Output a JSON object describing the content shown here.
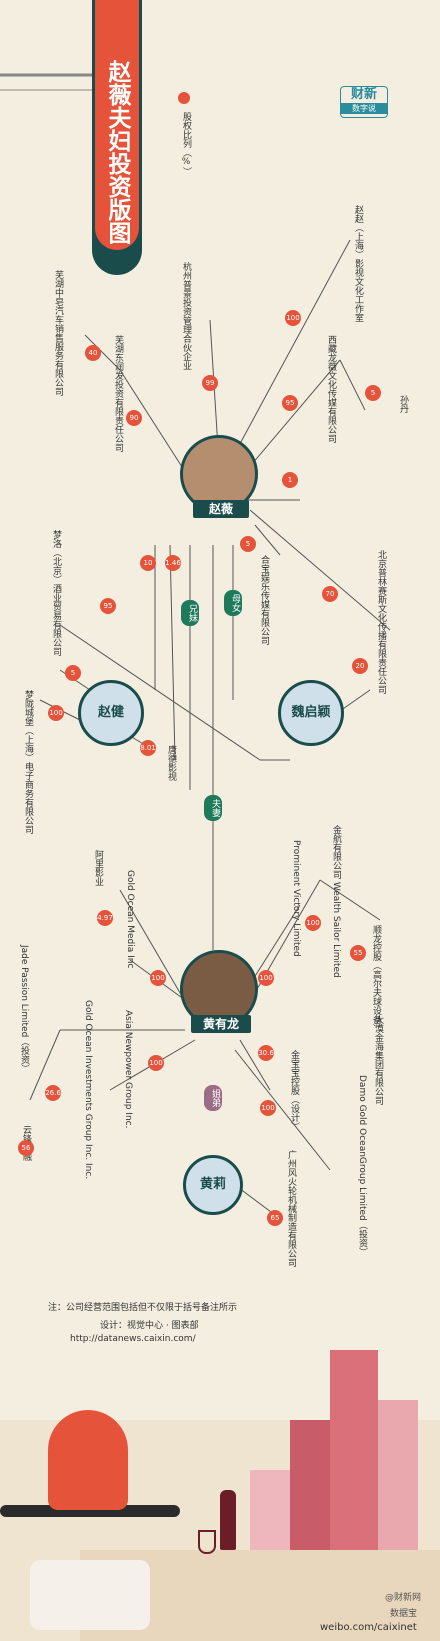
{
  "title": "赵薇夫妇投资版图",
  "logo": {
    "top": "财新",
    "bottom": "数字说"
  },
  "legend": "股权比列（%）",
  "people": {
    "zhao_wei": "赵薇",
    "zhao_jian": "赵健",
    "wei_qiying": "魏启颖",
    "huang_youlong": "黄有龙",
    "huang_li": "黄莉"
  },
  "relations": {
    "siblings": "兄妹",
    "mother_daughter": "母女",
    "spouses": "夫妻",
    "sister_brother": "姐弟"
  },
  "companies": {
    "c1": "赵赵（上海）影视文化工作室",
    "c2": "杭州普景投资管理合伙企业",
    "c3": "西藏龙薇文化传媒有限公司",
    "c3_partner": "孙丹",
    "c4": "芜湖东润发投资有限责任公司",
    "c5": "芜湖中皂汽车销售服务有限公司",
    "c6": "北京普林赛斯文化传播有限责任公司",
    "c7": "合宝娱乐传媒有限公司",
    "c8": "梦洛（北京）酒业贸易有限公司",
    "c9": "梦陇城堡（上海）电子商务有限公司",
    "c10": "唐德影视",
    "c11": "阿里影业",
    "c12": "Gold Ocean Media Inc",
    "c13": "Prominent Victory Limited",
    "c14": "金航有限公司 Wealth Sailor Limited",
    "c15": "顺龙控股（高尔夫球设备）",
    "c16": "Asia Newpower Group Inc.",
    "c17": "Gold Ocean Investments Group Inc. Inc.",
    "c18": "Jade Passion Limited（投资）",
    "c19": "云锋金融",
    "c20": "金宝宝控股（设计）",
    "c21": "大漠金海集团有限公司",
    "c22": "Damo Gold OceanGroup Limited（投资）",
    "c23": "广州风火轮机械制造有限公司"
  },
  "shares": {
    "s1": "100",
    "s2": "99",
    "s3": "95",
    "s3b": "5",
    "s4": "90",
    "s5": "40",
    "s6": "1",
    "s7": "70",
    "s8": "20",
    "s9": "5",
    "s10": "10",
    "s11": "1.46",
    "s12": "95",
    "s13": "5",
    "s14": "100",
    "s15": "8.01",
    "s16": "4.97",
    "s17": "100",
    "s18": "100",
    "s19": "100",
    "s20": "55",
    "s21": "100",
    "s22": "26.6",
    "s23": "56",
    "s24": "30.6",
    "s25": "100",
    "s26": "65"
  },
  "note": "注：公司经营范围包括但不仅限于括号备注所示",
  "credit": "设计：视觉中心 · 图表部",
  "url": "http://datanews.caixin.com/",
  "watermark": "weibo.com/caixinet",
  "watermark2": "@财新网",
  "watermark3": "数据宝",
  "colors": {
    "accent": "#e5533b",
    "teal": "#1a4c4c",
    "green": "#1f7a5c",
    "mauve": "#9c6b86"
  }
}
